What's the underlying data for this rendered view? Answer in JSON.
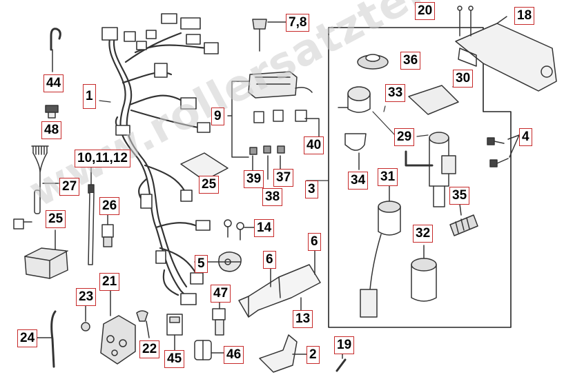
{
  "watermark": "www.rollersatzteile.de",
  "labels": {
    "l44": "44",
    "l48": "48",
    "l1": "1",
    "l10": "10,11,12",
    "l27": "27",
    "l25a": "25",
    "l26": "26",
    "l25b": "25",
    "l7": "7,8",
    "l9": "9",
    "l40": "40",
    "l39": "39",
    "l38": "38",
    "l37": "37",
    "l3": "3",
    "l14": "14",
    "l5": "5",
    "l6a": "6",
    "l6b": "6",
    "l13": "13",
    "l47": "47",
    "l21": "21",
    "l23": "23",
    "l24": "24",
    "l22": "22",
    "l45": "45",
    "l46": "46",
    "l2": "2",
    "l19": "19",
    "l20": "20",
    "l18": "18",
    "l4": "4",
    "l36": "36",
    "l33": "33",
    "l30": "30",
    "l29": "29",
    "l34": "34",
    "l31": "31",
    "l35": "35",
    "l32": "32"
  },
  "colors": {
    "callout_border": "#c62828",
    "line_art": "#333333",
    "watermark": "#cdcdcd"
  }
}
